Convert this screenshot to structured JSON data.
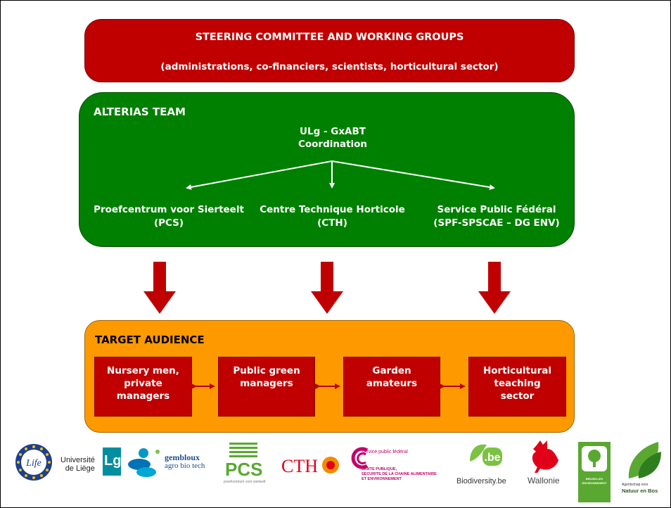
{
  "steering": {
    "title": "STEERING COMMITTEE AND WORKING GROUPS",
    "subtitle": "(administrations, co-financiers, scientists, horticultural sector)"
  },
  "team": {
    "label": "ALTERIAS TEAM",
    "coordination_line1": "ULg - GxABT",
    "coordination_line2": "Coordination",
    "partners": [
      {
        "line1": "Proefcentrum voor Sierteelt",
        "line2": "(PCS)"
      },
      {
        "line1": "Centre Technique Horticole",
        "line2": "(CTH)"
      },
      {
        "line1": "Service Public Fédéral",
        "line2": "(SPF-SPSCAE – DG ENV)"
      }
    ]
  },
  "audience": {
    "label": "TARGET AUDIENCE",
    "groups": [
      {
        "lines": [
          "Nursery men,",
          "private",
          "managers"
        ]
      },
      {
        "lines": [
          "Public green",
          "managers"
        ]
      },
      {
        "lines": [
          "Garden",
          "amateurs"
        ]
      },
      {
        "lines": [
          "Horticultural",
          "teaching",
          "sector"
        ]
      }
    ]
  },
  "colors": {
    "steering": "#c00000",
    "team": "#008000",
    "audience": "#ff9900",
    "arrow": "#c00000"
  },
  "logos": {
    "life": "Life",
    "ulg_line1": "Université",
    "ulg_line2": "de Liège",
    "ulg_mark": "Lg",
    "gembloux_line1": "gembloux",
    "gembloux_line2": "agro bio tech",
    "pcs": "PCS",
    "pcs_sub": "proefcentrum voor sierteelt",
    "cth": "CTH",
    "spf_line1": "service public fédéral",
    "spf_line2": "SANTE PUBLIQUE,",
    "spf_line3": "SECURITE DE LA CHAINE ALIMENTAIRE",
    "spf_line4": "ET ENVIRONNEMENT",
    "biodiversity_mark": ".be",
    "biodiversity": "Biodiversity.be",
    "wallonie": "Wallonie",
    "ibge_line1": "BRUXELLES",
    "ibge_line2": "ENVIRONNEMENT",
    "anb_line1": "Agentschap voor",
    "anb_line2": "Natuur en Bos"
  }
}
